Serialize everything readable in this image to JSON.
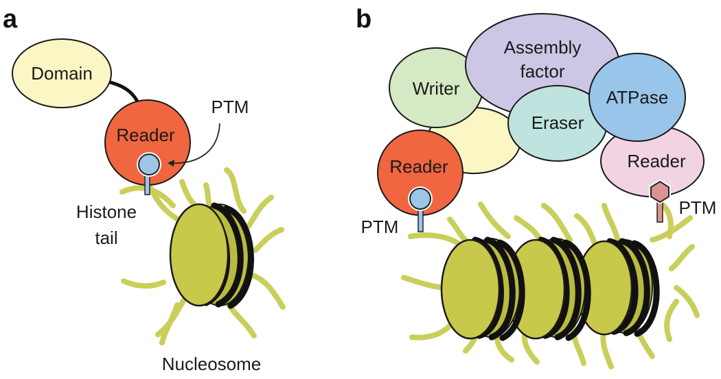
{
  "panel_a": {
    "letter": "a",
    "domain": "Domain",
    "reader": "Reader",
    "ptm": "PTM",
    "histone_tail_line1": "Histone",
    "histone_tail_line2": "tail",
    "nucleosome": "Nucleosome"
  },
  "panel_b": {
    "letter": "b",
    "assembly_line1": "Assembly",
    "assembly_line2": "factor",
    "writer": "Writer",
    "atpase": "ATPase",
    "eraser": "Eraser",
    "reader_left": "Reader",
    "reader_right": "Reader",
    "ptm_left": "PTM",
    "ptm_right": "PTM"
  },
  "colors": {
    "domain": "#fbf7c4",
    "reader": "#ef6640",
    "ptm_ball": "#9cc5e8",
    "writer": "#d5e9c4",
    "assembly": "#cdc6e4",
    "atpase": "#9ac5ea",
    "eraser": "#bfe3df",
    "reader_pink": "#f1d3e3",
    "hexagon": "#d99491",
    "nucleosome": "#c8c84a",
    "tail": "#c9cf5a"
  }
}
